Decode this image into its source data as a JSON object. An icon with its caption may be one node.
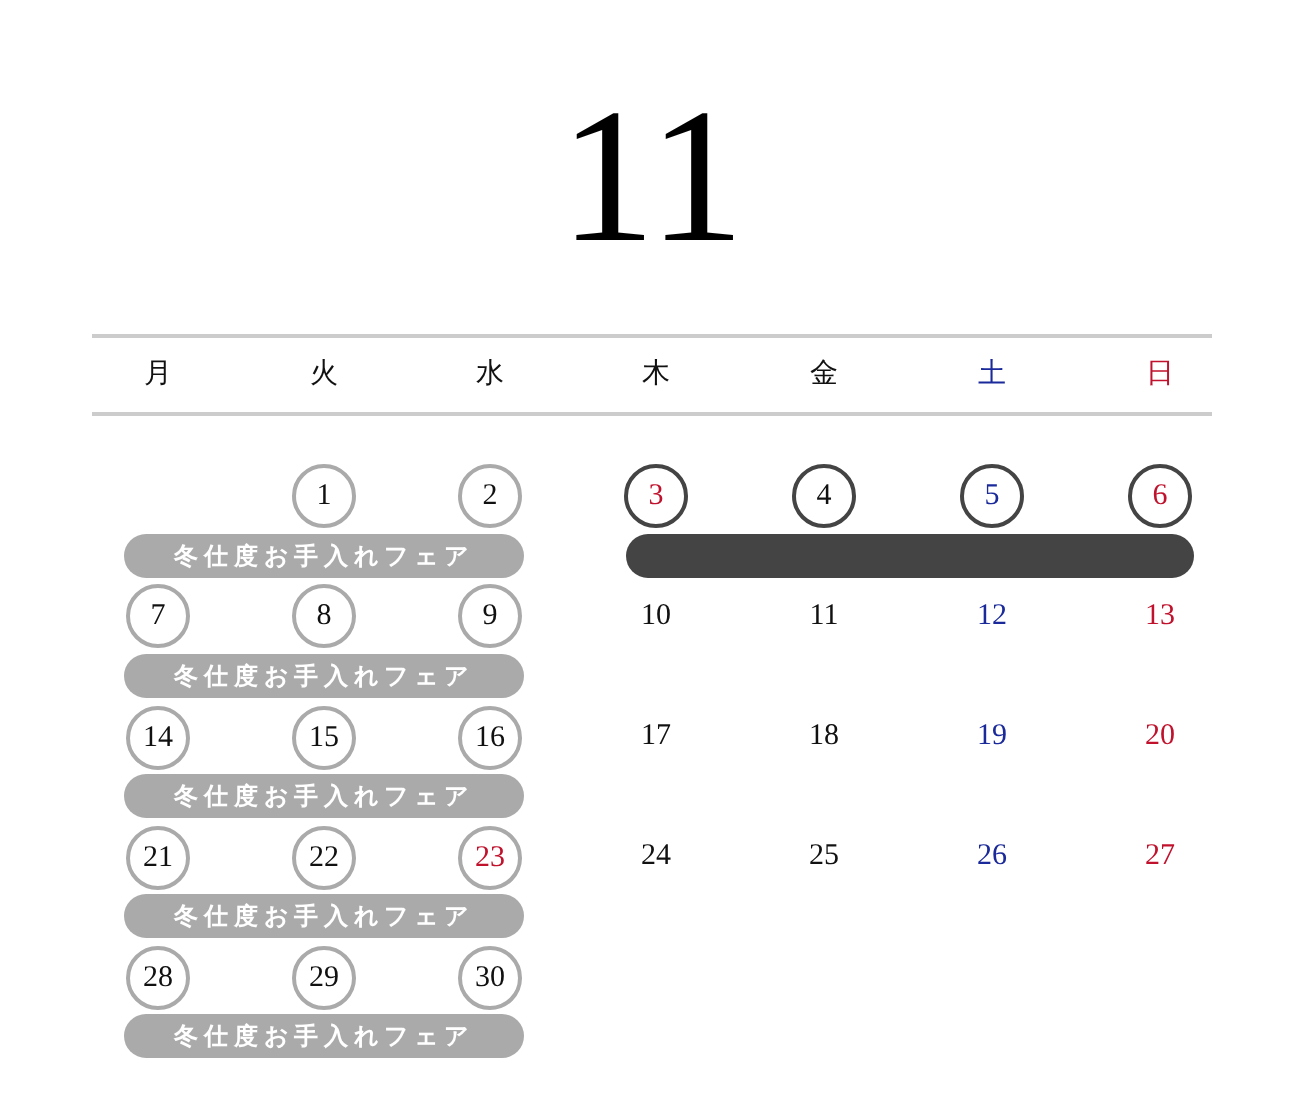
{
  "diagram": {
    "title": "11",
    "nodes": [
      {
        "text": [
          "1"
        ]
      },
      {
        "text": [
          "2"
        ]
      },
      {
        "text": [
          "3"
        ]
      },
      {
        "text": [
          "4"
        ]
      },
      {
        "text": [
          "5"
        ]
      },
      {
        "text": [
          "6"
        ]
      },
      {
        "text": [
          "冬仕度お手入れフェア"
        ]
      },
      {
        "text": [],
        "shape": "bar"
      },
      {
        "text": [
          "7"
        ]
      },
      {
        "text": [
          "8"
        ]
      },
      {
        "text": [
          "9"
        ]
      },
      {
        "text": [
          "冬仕度お手入れフェア"
        ]
      },
      {
        "text": [
          "14"
        ]
      },
      {
        "text": [
          "15"
        ]
      },
      {
        "text": [
          "16"
        ]
      },
      {
        "text": [
          "冬仕度お手入れフェア"
        ]
      },
      {
        "text": [
          "21"
        ]
      },
      {
        "text": [
          "22"
        ]
      },
      {
        "text": [
          "23"
        ]
      },
      {
        "text": [
          "冬仕度お手入れフェア"
        ]
      },
      {
        "text": [
          "28"
        ]
      },
      {
        "text": [
          "29"
        ]
      },
      {
        "text": [
          "30"
        ]
      },
      {
        "text": [
          "冬仕度お手入れフェア"
        ]
      }
    ],
    "labels": [
      "月",
      "火",
      "水",
      "木",
      "金",
      "土",
      "日",
      "10",
      "11",
      "12",
      "13",
      "17",
      "18",
      "19",
      "20",
      "24",
      "25",
      "26",
      "27"
    ]
  }
}
